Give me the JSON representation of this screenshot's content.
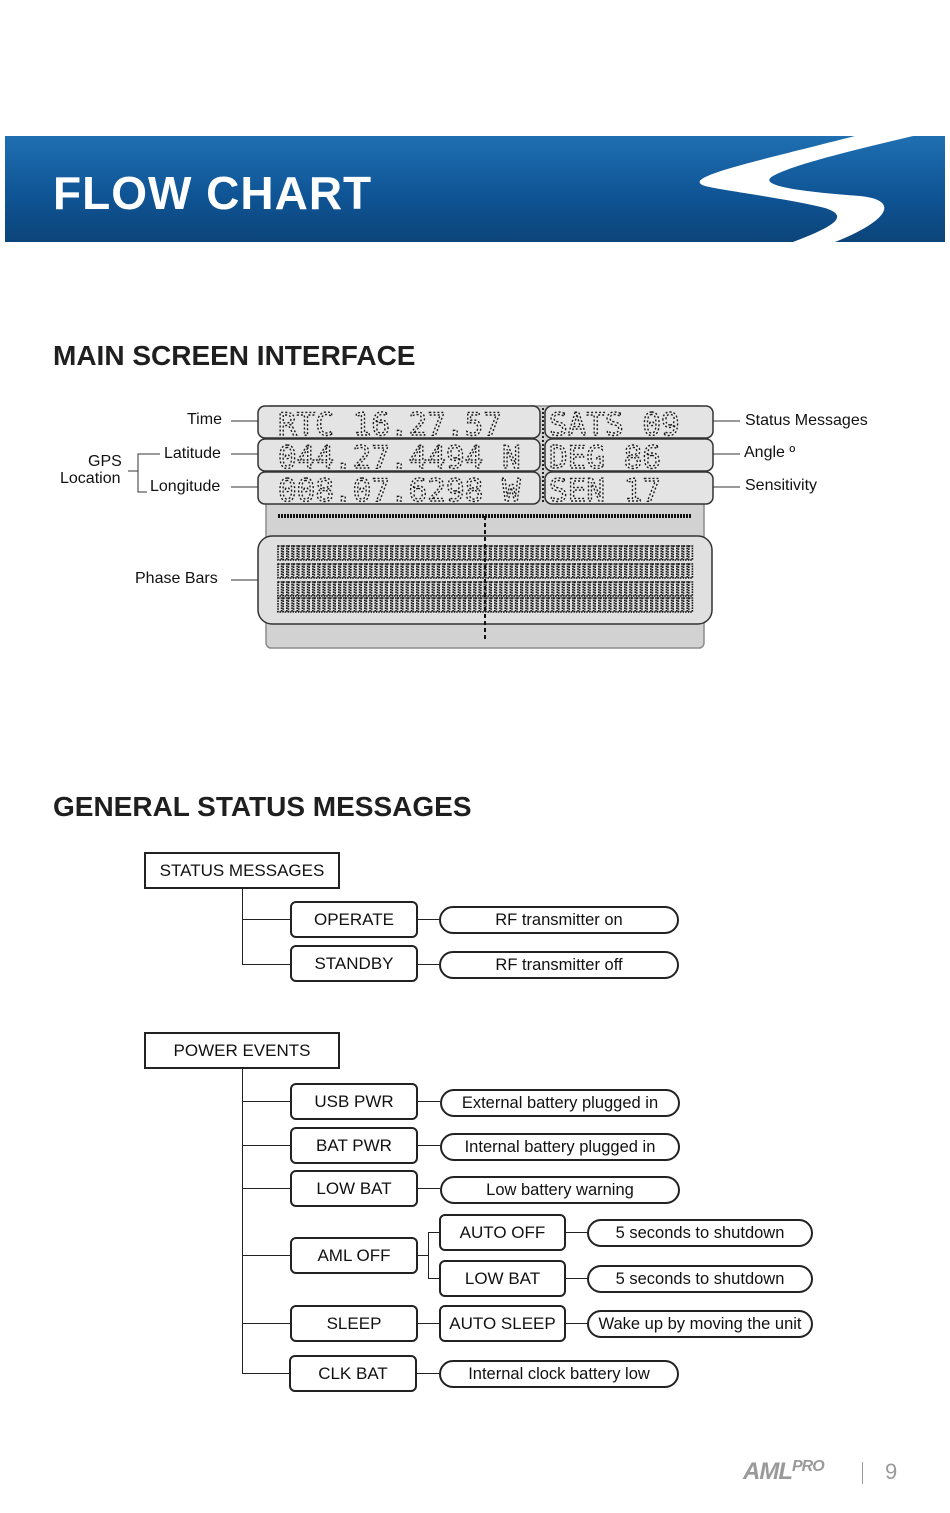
{
  "banner": {
    "title": "FLOW CHART",
    "logo": "swoosh-logo"
  },
  "main_screen": {
    "heading": "MAIN SCREEN INTERFACE",
    "labels": {
      "time": "Time",
      "gps": "GPS",
      "location": "Location",
      "latitude": "Latitude",
      "longitude": "Longitude",
      "phase_bars": "Phase Bars",
      "status_messages": "Status Messages",
      "angle": "Angle º",
      "sensitivity": "Sensitivity"
    },
    "lcd": {
      "rows": [
        {
          "left": "RTC 16.27.57",
          "right": "SATS 09"
        },
        {
          "left": "044.27.4494 N",
          "right": "DEG  86"
        },
        {
          "left": "008.07.6298 W",
          "right": "SEN  17"
        }
      ]
    }
  },
  "status_section": {
    "heading": "GENERAL STATUS MESSAGES",
    "status_messages": {
      "title": "STATUS MESSAGES",
      "items": [
        {
          "label": "OPERATE",
          "desc": "RF transmitter on"
        },
        {
          "label": "STANDBY",
          "desc": "RF transmitter off"
        }
      ]
    },
    "power_events": {
      "title": "POWER EVENTS",
      "items": [
        {
          "label": "USB PWR",
          "desc": "External battery plugged in"
        },
        {
          "label": "BAT PWR",
          "desc": "Internal battery plugged in"
        },
        {
          "label": "LOW BAT",
          "desc": "Low battery warning"
        },
        {
          "label": "AML OFF",
          "subs": [
            {
              "label": "AUTO OFF",
              "desc": "5 seconds to shutdown"
            },
            {
              "label": "LOW BAT",
              "desc": "5 seconds to shutdown"
            }
          ]
        },
        {
          "label": "SLEEP",
          "subs": [
            {
              "label": "AUTO SLEEP",
              "desc": "Wake up by moving the unit"
            }
          ]
        },
        {
          "label": "CLK BAT",
          "desc": "Internal clock battery low"
        }
      ]
    }
  },
  "footer": {
    "brand": "AML",
    "brand_suffix": "PRO",
    "page_number": "9"
  }
}
